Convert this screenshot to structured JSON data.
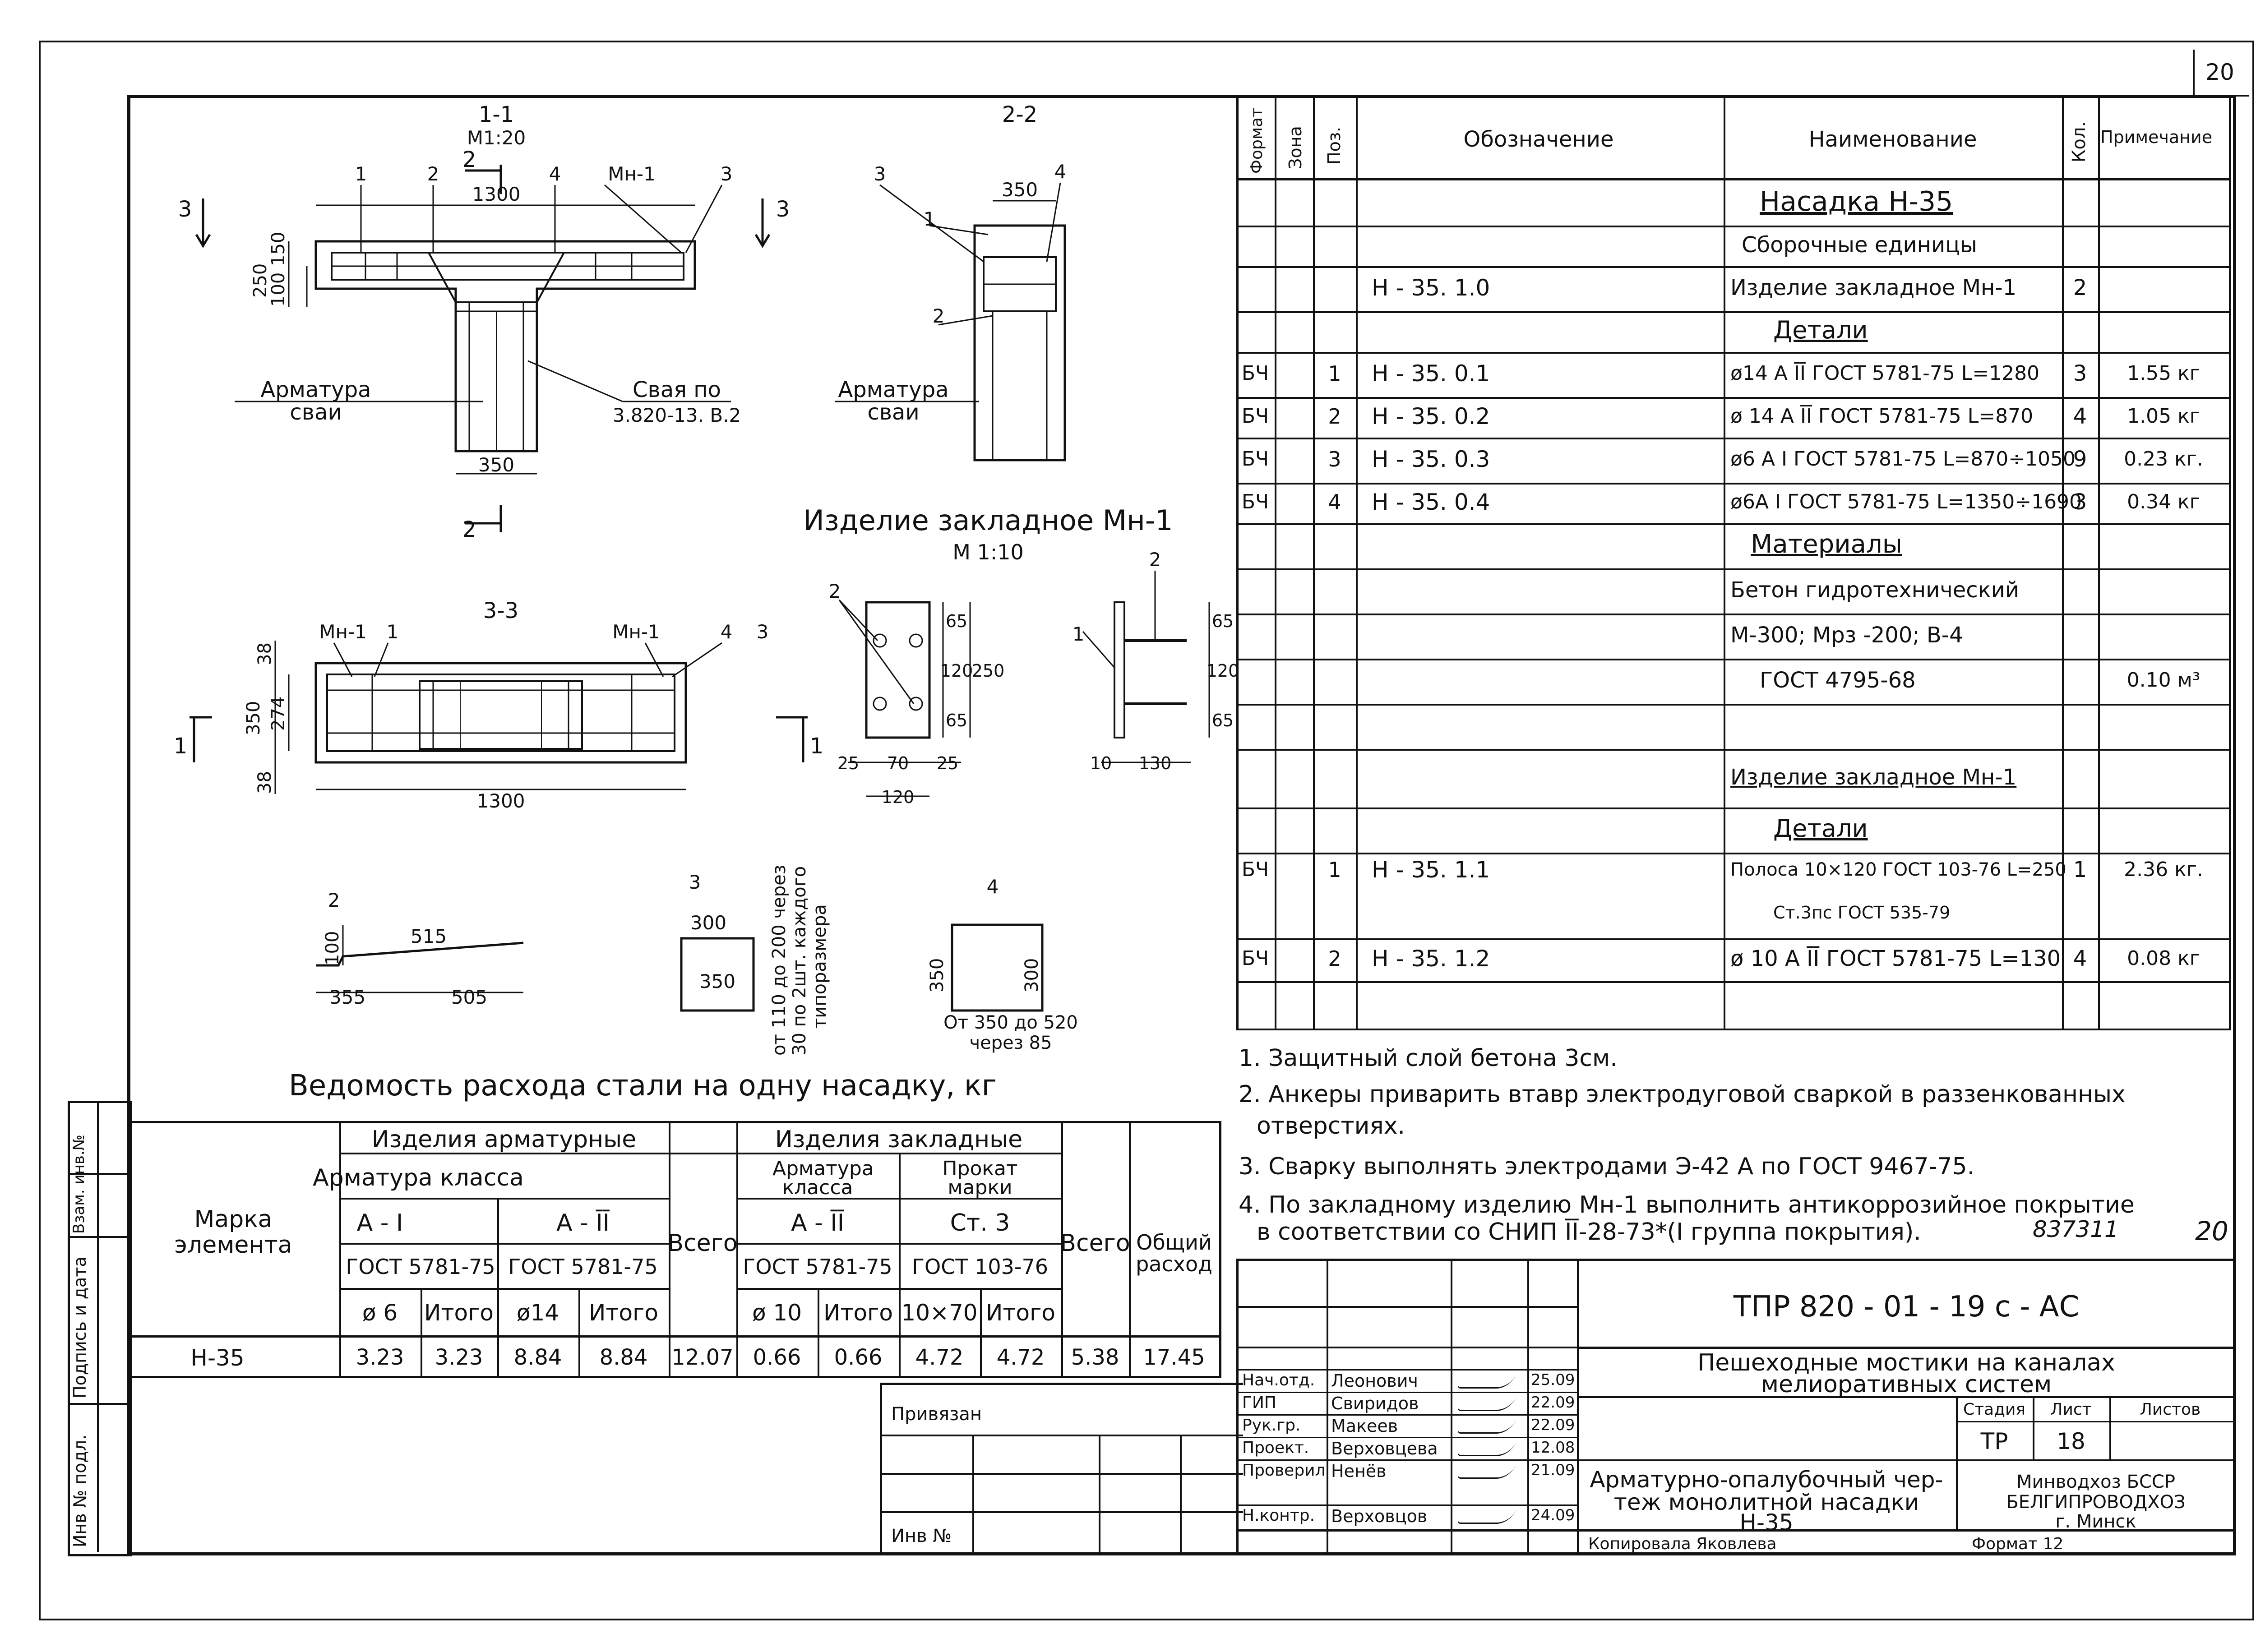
{
  "sheet_number_corner": "20",
  "section_1_1": {
    "title": "1-1",
    "scale": "М1:20",
    "width_top": "1300",
    "h250": "250",
    "h100": "100",
    "h150": "150",
    "width_pile": "350",
    "label_rebar": "Арматура",
    "label_rebar2": "сваи",
    "label_pile": "Свая по",
    "label_pile2": "3.820-13. В.2",
    "pos1": "1",
    "pos2": "2",
    "pos4": "4",
    "pos3": "3",
    "emb": "Мн-1",
    "cut3": "3",
    "cut2a": "2",
    "cut2b": "2"
  },
  "section_2_2": {
    "title": "2-2",
    "w350": "350",
    "pos3": "3",
    "pos4": "4",
    "pos1": "1",
    "pos2": "2",
    "label_rebar": "Арматура",
    "label_rebar2": "сваи"
  },
  "section_3_3": {
    "title": "3-3",
    "emb_left": "Мн-1",
    "emb_right": "Мн-1",
    "pos1": "1",
    "pos4": "4",
    "pos3": "3",
    "d38a": "38",
    "d274": "274",
    "d350": "350",
    "d38b": "38",
    "d1300": "1300",
    "cut1a": "1",
    "cut1b": "1"
  },
  "embedded": {
    "title": "Изделие закладное Мн-1",
    "scale": "М 1:10",
    "pos2": "2",
    "d65a": "65",
    "d120": "120",
    "d65b": "65",
    "d250": "250",
    "d25a": "25",
    "d70": "70",
    "d25b": "25",
    "d120w": "120",
    "side_pos2": "2",
    "side_pos1": "1",
    "side_d65a": "65",
    "side_d120": "120",
    "side_d65b": "65",
    "side_d10": "10",
    "side_d130": "130"
  },
  "bars": {
    "b2": {
      "pos": "2",
      "d100": "100",
      "d515": "515",
      "d355": "355",
      "d505": "505"
    },
    "b3": {
      "pos": "3",
      "d300": "300",
      "d350": "350",
      "note1": "от 110 до 200 через",
      "note2": "30 по 2шт. каждого",
      "note3": "типоразмера"
    },
    "b4": {
      "pos": "4",
      "d350": "350",
      "d300": "300",
      "note1": "От 350 до 520",
      "note2": "через 85"
    }
  },
  "steel_table": {
    "title": "Ведомость расхода стали на одну насадку, кг",
    "h_mark": "Марка элемента",
    "h_arm_items": "Изделия арматурные",
    "h_emb_items": "Изделия закладные",
    "h_arm_class": "Арматура класса",
    "h_arm_class2": "Арматура класса",
    "h_rolled": "Прокат марки",
    "h_a1": "А - I",
    "h_a2": "А - ĪĪ",
    "h_a2b": "А - ĪĪ",
    "h_st3": "Ст. 3",
    "h_total": "Всего",
    "h_total2": "Всего",
    "h_overall": "Общий расход",
    "h_gost1": "ГОСТ 5781-75",
    "h_gost2": "ГОСТ 5781-75",
    "h_gost3": "ГОСТ 5781-75",
    "h_gost4": "ГОСТ 103-76",
    "h_d6": "ø 6",
    "h_itogo1": "Итого",
    "h_d14": "ø14",
    "h_itogo2": "Итого",
    "h_d10": "ø 10",
    "h_itogo3": "Итого",
    "h_10x70": "10×70",
    "h_itogo4": "Итого",
    "row": [
      "Н-35",
      "3.23",
      "3.23",
      "8.84",
      "8.84",
      "12.07",
      "0.66",
      "0.66",
      "4.72",
      "4.72",
      "5.38",
      "17.45"
    ]
  },
  "spec": {
    "headers": [
      "Формат",
      "Зона",
      "Поз.",
      "Обозначение",
      "Наименование",
      "Кол.",
      "Примечание"
    ],
    "rows": [
      [
        "",
        "",
        "",
        "",
        "Насадка  Н-35",
        "",
        ""
      ],
      [
        "",
        "",
        "",
        "",
        "Сборочные  единицы",
        "",
        ""
      ],
      [
        "",
        "",
        "",
        "Н - 35. 1.0",
        "Изделие закладное Мн-1",
        "2",
        ""
      ],
      [
        "",
        "",
        "",
        "",
        "Детали",
        "",
        ""
      ],
      [
        "БЧ",
        "",
        "1",
        "Н - 35.  0.1",
        "ø14 А ĪĪ  ГОСТ 5781-75  L=1280",
        "3",
        "1.55 кг"
      ],
      [
        "БЧ",
        "",
        "2",
        "Н - 35.  0.2",
        "ø 14 А ĪĪ  ГОСТ 5781-75  L=870",
        "4",
        "1.05 кг"
      ],
      [
        "БЧ",
        "",
        "3",
        "Н - 35.  0.3",
        "ø6 А I ГОСТ 5781-75 L=870÷1050",
        "9",
        "0.23 кг."
      ],
      [
        "БЧ",
        "",
        "4",
        "Н - 35. 0.4",
        "ø6А I ГОСТ 5781-75 L=1350÷1690",
        "3",
        "0.34 кг"
      ],
      [
        "",
        "",
        "",
        "",
        "Материалы",
        "",
        ""
      ],
      [
        "",
        "",
        "",
        "",
        "Бетон гидротехнический",
        "",
        ""
      ],
      [
        "",
        "",
        "",
        "",
        "М-300;  Мрз -200;  В-4",
        "",
        ""
      ],
      [
        "",
        "",
        "",
        "",
        "ГОСТ  4795-68",
        "",
        "0.10 м³"
      ],
      [
        "",
        "",
        "",
        "",
        "",
        "",
        ""
      ],
      [
        "",
        "",
        "",
        "",
        "Изделие закладное Мн-1",
        "",
        ""
      ],
      [
        "",
        "",
        "",
        "",
        "Детали",
        "",
        ""
      ],
      [
        "БЧ",
        "",
        "1",
        "Н - 35. 1.1",
        "Полоса  10×120 ГОСТ 103-76 L=250",
        "1",
        "2.36 кг."
      ],
      [
        "",
        "",
        "",
        "",
        "Ст.3пс ГОСТ 535-79",
        "",
        ""
      ],
      [
        "БЧ",
        "",
        "2",
        "Н - 35. 1.2",
        "ø 10 А ĪĪ  ГОСТ 5781-75  L=130",
        "4",
        "0.08 кг"
      ],
      [
        "",
        "",
        "",
        "",
        "",
        "",
        ""
      ]
    ]
  },
  "notes": [
    "1. Защитный  слой  бетона  3см.",
    "2. Анкеры  приварить  втавр  электродуговой  сваркой  в  раззенкованных",
    "отверстиях.",
    "3. Сварку  выполнять  электродами  Э-42 А  по  ГОСТ 9467-75.",
    "4. По  закладному  изделию  Мн-1  выполнить  антикоррозийное  покрытие",
    "в  соответствии  со  СНИП  ĪĪ-28-73*(I  группа  покрытия)."
  ],
  "inv_handwritten": "837311",
  "sheet_handwritten": "20",
  "title_block": {
    "code": "ТПР 820 - 01 - 19 с  - АС",
    "project": "Пешеходные  мостики  на  каналах",
    "project2": "мелиоративных  систем",
    "stage_h": "Стадия",
    "sheet_h": "Лист",
    "sheets_h": "Листов",
    "stage": "ТР",
    "sheet": "18",
    "drawing_title1": "Арматурно-опалубочный  чер-",
    "drawing_title2": "теж  монолитной  насадки",
    "drawing_title3": "Н-35",
    "org1": "Минводхоз  БССР",
    "org2": "БЕЛГИПРОВОДХОЗ",
    "org3": "г.  Минск",
    "signers": [
      [
        "Нач.отд.",
        "Леонович",
        "25.09"
      ],
      [
        "ГИП",
        "Свиридов",
        "22.09"
      ],
      [
        "Рук.гр.",
        "Макеев",
        "22.09"
      ],
      [
        "Проект.",
        "Верховцева",
        "12.08"
      ],
      [
        "Проверил",
        "Ненёв",
        "21.09"
      ],
      [
        "Н.контр.",
        "Верховцов",
        "24.09"
      ]
    ],
    "copied": "Копировала  Яковлева",
    "format": "Формат 12",
    "bound": "Привязан",
    "inv": "Инв №"
  },
  "left_margin": [
    "Инв № подл.",
    "Подпись и дата",
    "Взам. инв.№"
  ]
}
